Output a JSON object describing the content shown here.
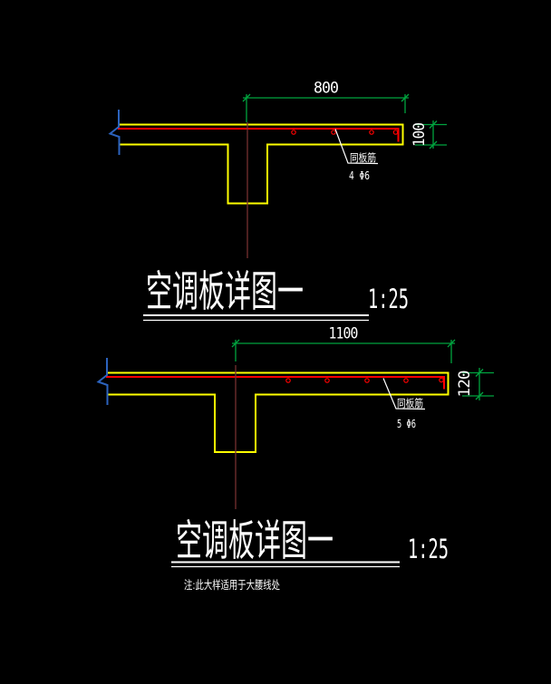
{
  "colors": {
    "background": "#000000",
    "slab_outline": "#ffff00",
    "rebar": "#ff0000",
    "dimension": "#00a43f",
    "break_line": "#2c63be",
    "centerline": "#753030",
    "annotation": "#ffffff"
  },
  "drawing1": {
    "dim_width": "800",
    "dim_thickness": "100",
    "rebar_label_line1": "同板筋",
    "rebar_label_line2": "4 Φ6",
    "rebar_dot_count": 4,
    "title": "空调板详图一",
    "scale": "1:25"
  },
  "drawing2": {
    "dim_width": "1100",
    "dim_thickness": "120",
    "rebar_label_line1": "同板筋",
    "rebar_label_line2": "5 Φ6",
    "rebar_dot_count": 5,
    "title": "空调板详图一",
    "scale": "1:25"
  },
  "note": "注:此大样适用于大腰线处"
}
